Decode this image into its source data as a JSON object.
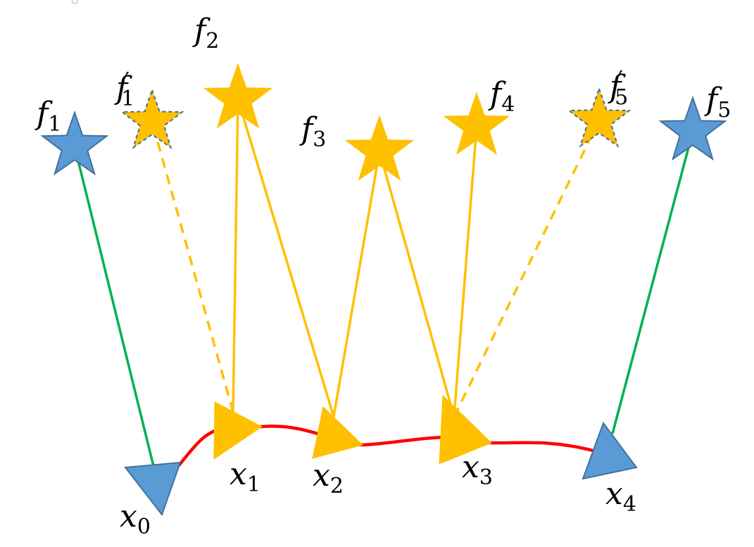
{
  "colors": {
    "blue_fill": "#5b9bd5",
    "blue_stroke": "#41719c",
    "yellow": "#ffc000",
    "green": "#00b050",
    "red": "#ff0000",
    "dashed_outline": "#41719c"
  },
  "poses": [
    {
      "id": "x0",
      "base": "x",
      "index": "0",
      "kind": "fixed"
    },
    {
      "id": "x1",
      "base": "x",
      "index": "1",
      "kind": "estimated"
    },
    {
      "id": "x2",
      "base": "x",
      "index": "2",
      "kind": "estimated"
    },
    {
      "id": "x3",
      "base": "x",
      "index": "3",
      "kind": "estimated"
    },
    {
      "id": "x4",
      "base": "x",
      "index": "4",
      "kind": "fixed"
    }
  ],
  "features": [
    {
      "id": "f1",
      "base": "f",
      "index": "1",
      "prime": "",
      "kind": "fixed"
    },
    {
      "id": "f1p",
      "base": "f",
      "index": "1",
      "prime": "′",
      "kind": "virtual"
    },
    {
      "id": "f2",
      "base": "f",
      "index": "2",
      "prime": "",
      "kind": "estimated"
    },
    {
      "id": "f3",
      "base": "f",
      "index": "3",
      "prime": "",
      "kind": "estimated"
    },
    {
      "id": "f4",
      "base": "f",
      "index": "4",
      "prime": "",
      "kind": "estimated"
    },
    {
      "id": "f5p",
      "base": "f",
      "index": "5",
      "prime": "′",
      "kind": "virtual"
    },
    {
      "id": "f5",
      "base": "f",
      "index": "5",
      "prime": "",
      "kind": "fixed"
    }
  ],
  "observations": [
    {
      "from": "x0",
      "to": "f1",
      "style": "green-solid"
    },
    {
      "from": "x1",
      "to": "f1p",
      "style": "yellow-dashed"
    },
    {
      "from": "x1",
      "to": "f2",
      "style": "yellow-solid"
    },
    {
      "from": "x2",
      "to": "f2",
      "style": "yellow-solid"
    },
    {
      "from": "x2",
      "to": "f3",
      "style": "yellow-solid"
    },
    {
      "from": "x3",
      "to": "f3",
      "style": "yellow-solid"
    },
    {
      "from": "x3",
      "to": "f4",
      "style": "yellow-solid"
    },
    {
      "from": "x3",
      "to": "f5p",
      "style": "yellow-dashed"
    },
    {
      "from": "x4",
      "to": "f5",
      "style": "green-solid"
    }
  ],
  "trajectory": [
    "x0",
    "x1",
    "x2",
    "x3",
    "x4"
  ]
}
